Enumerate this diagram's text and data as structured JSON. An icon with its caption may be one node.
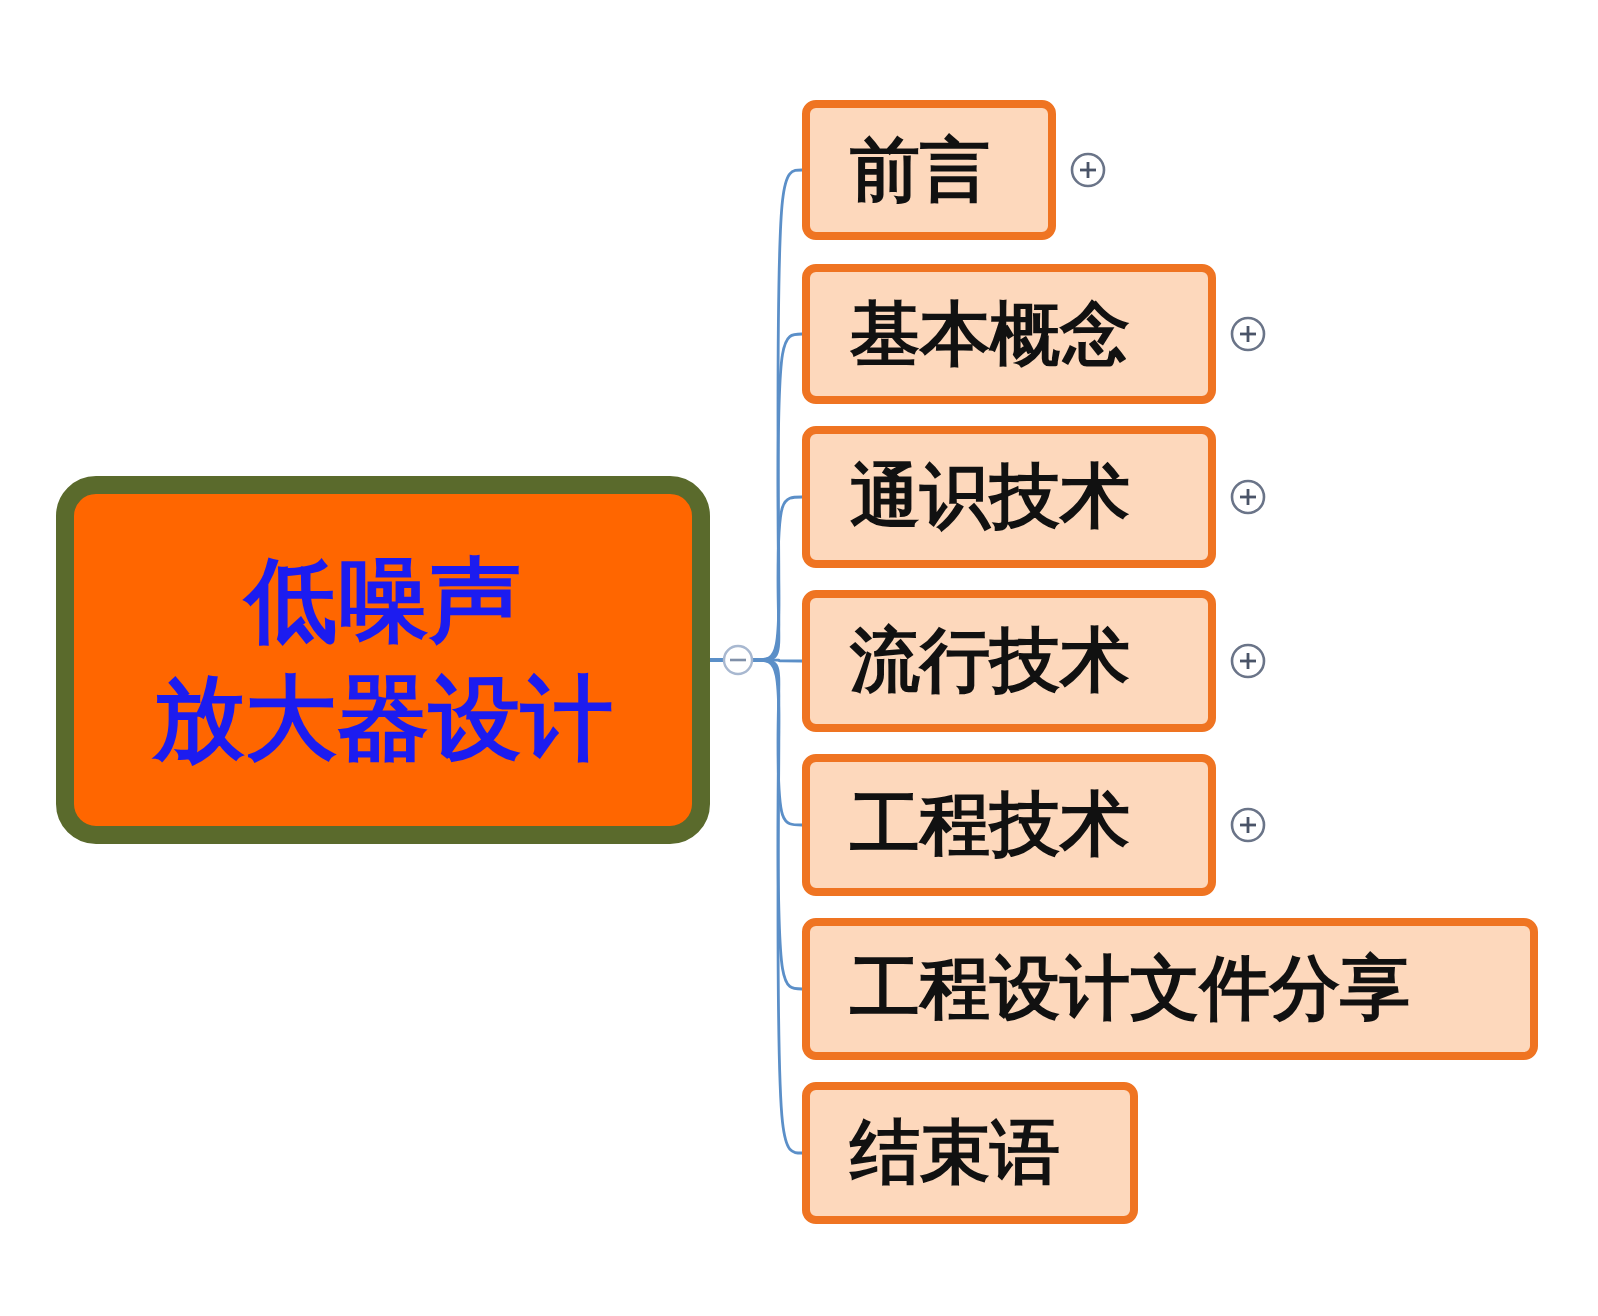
{
  "diagram": {
    "nodes": [
      {
        "text": [
          "低噪声放大器设计"
        ]
      },
      {
        "text": [
          "前言"
        ]
      },
      {
        "text": [
          "基本概念"
        ]
      },
      {
        "text": [
          "通识技术"
        ]
      },
      {
        "text": [
          "流行技术"
        ]
      },
      {
        "text": [
          "工程技术"
        ]
      },
      {
        "text": [
          "工程设计文件分享"
        ]
      },
      {
        "text": [
          "结束语"
        ]
      }
    ],
    "edges": [
      {
        "from": 0,
        "to": 1,
        "arrow": "none"
      },
      {
        "from": 0,
        "to": 2,
        "arrow": "none"
      },
      {
        "from": 0,
        "to": 3,
        "arrow": "none"
      },
      {
        "from": 0,
        "to": 4,
        "arrow": "none"
      },
      {
        "from": 0,
        "to": 5,
        "arrow": "none"
      },
      {
        "from": 0,
        "to": 6,
        "arrow": "none"
      },
      {
        "from": 0,
        "to": 7,
        "arrow": "none"
      }
    ]
  }
}
